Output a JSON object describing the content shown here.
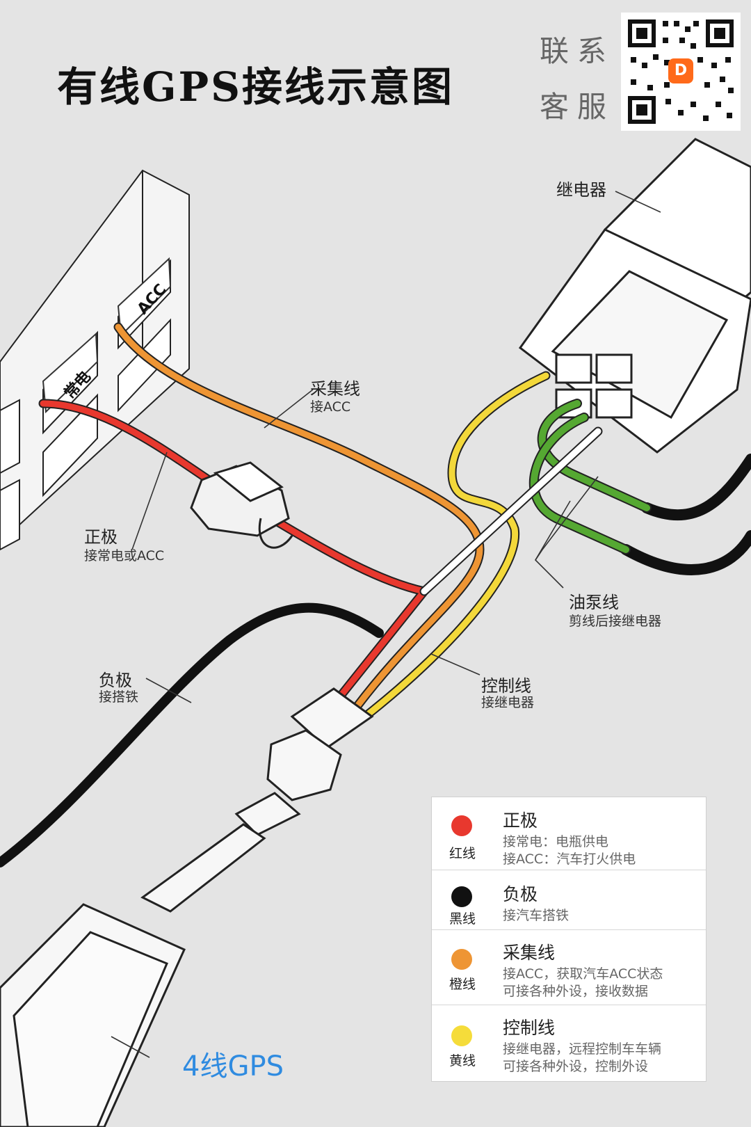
{
  "title": "有线GPS接线示意图",
  "contact": {
    "line1": "联系",
    "line2": "客服"
  },
  "qr_logo": "D",
  "callouts": {
    "relay": "继电器",
    "acc_slot": "ACC",
    "const_slot": "常电",
    "collect": {
      "title": "采集线",
      "sub": "接ACC"
    },
    "positive": {
      "title": "正极",
      "sub": "接常电或ACC"
    },
    "negative": {
      "title": "负极",
      "sub": "接搭铁"
    },
    "control": {
      "title": "控制线",
      "sub": "接继电器"
    },
    "fuel_pump": {
      "title": "油泵线",
      "sub": "剪线后接继电器"
    }
  },
  "device_label": "4线GPS",
  "legend": [
    {
      "color_name": "红线",
      "color": "#e8382e",
      "title": "正极",
      "desc": [
        "接常电：电瓶供电",
        "接ACC：汽车打火供电"
      ]
    },
    {
      "color_name": "黑线",
      "color": "#111111",
      "title": "负极",
      "desc": [
        "接汽车搭铁"
      ]
    },
    {
      "color_name": "橙线",
      "color": "#ee9534",
      "title": "采集线",
      "desc": [
        "接ACC，获取汽车ACC状态",
        "可接各种外设，接收数据"
      ]
    },
    {
      "color_name": "黄线",
      "color": "#f5dc3a",
      "title": "控制线",
      "desc": [
        "接继电器，远程控制车车辆",
        "可接各种外设，控制外设"
      ]
    }
  ],
  "colors": {
    "red": "#e8382e",
    "orange": "#ee9534",
    "yellow": "#f3d83a",
    "green": "#55a832",
    "black": "#111111",
    "white": "#ffffff",
    "accent_blue": "#2f8be0"
  }
}
